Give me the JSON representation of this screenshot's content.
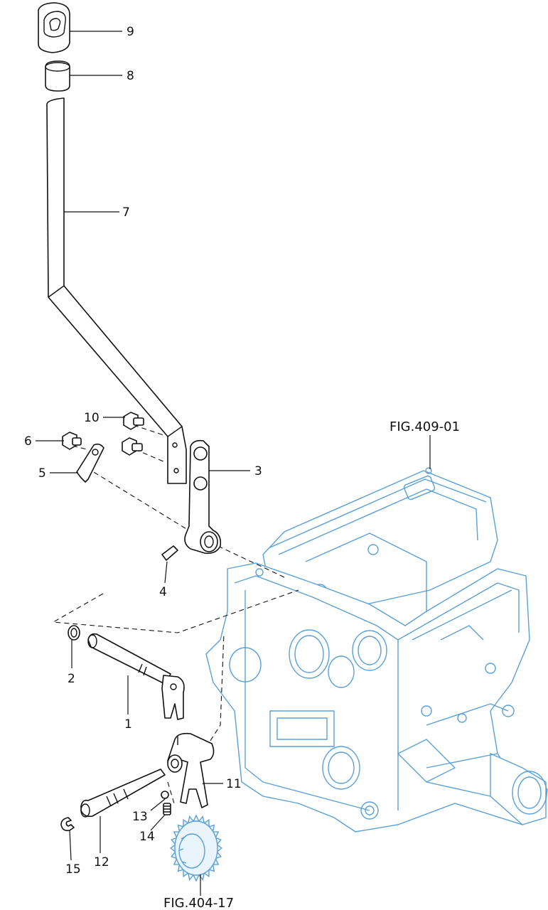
{
  "diagram": {
    "parts": [
      {
        "id": "1",
        "label": "1",
        "name": "shift-shaft"
      },
      {
        "id": "2",
        "label": "2",
        "name": "washer"
      },
      {
        "id": "3",
        "label": "3",
        "name": "shift-arm"
      },
      {
        "id": "4",
        "label": "4",
        "name": "spring-pin"
      },
      {
        "id": "5",
        "label": "5",
        "name": "lock-plate"
      },
      {
        "id": "6",
        "label": "6",
        "name": "bolt"
      },
      {
        "id": "7",
        "label": "7",
        "name": "shift-lever"
      },
      {
        "id": "8",
        "label": "8",
        "name": "sleeve"
      },
      {
        "id": "9",
        "label": "9",
        "name": "knob"
      },
      {
        "id": "10",
        "label": "10",
        "name": "bolt"
      },
      {
        "id": "11",
        "label": "11",
        "name": "shift-fork"
      },
      {
        "id": "12",
        "label": "12",
        "name": "fork-rod"
      },
      {
        "id": "13",
        "label": "13",
        "name": "ball"
      },
      {
        "id": "14",
        "label": "14",
        "name": "spring"
      },
      {
        "id": "15",
        "label": "15",
        "name": "snap-ring"
      }
    ],
    "references": [
      {
        "label": "FIG.409-01",
        "target": "transmission-housing"
      },
      {
        "label": "FIG.404-17",
        "target": "gear"
      }
    ],
    "colors": {
      "parts": "#111111",
      "housing": "#5aa0d8"
    }
  }
}
